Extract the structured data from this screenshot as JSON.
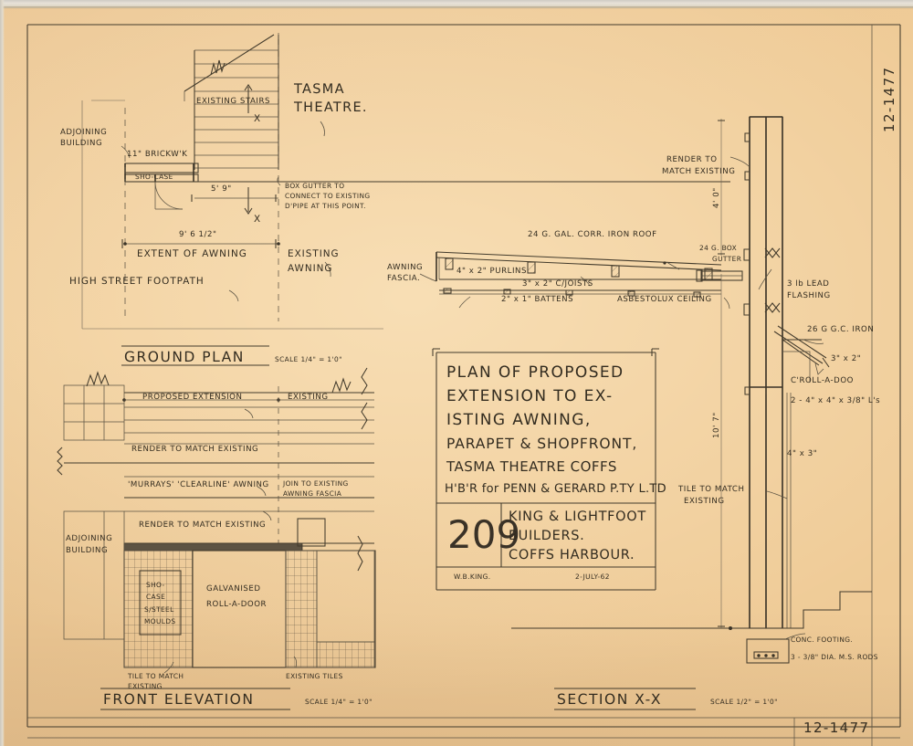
{
  "sheet": {
    "drawing_number_right_edge": "12-1477",
    "drawing_number_bottom": "12-1477",
    "paper_color": "#efcb97",
    "ink_color": "#3a3327"
  },
  "title_block": {
    "lines": [
      "PLAN OF PROPOSED",
      "EXTENSION TO EX-",
      "ISTING AWNING,",
      "PARAPET & SHOPFRONT,",
      "TASMA THEATRE COFFS",
      "H'B'R for PENN & GERARD P.TY L.TD"
    ],
    "job_number": "209",
    "builder_lines": [
      "KING & LIGHTFOOT",
      "BUILDERS.",
      "COFFS HARBOUR."
    ],
    "drafter": "W.B.KING.",
    "date": "2-JULY-62"
  },
  "views": [
    {
      "title": "GROUND PLAN",
      "scale": "SCALE 1/4\" = 1'0\""
    },
    {
      "title": "FRONT ELEVATION",
      "scale": "SCALE 1/4\" = 1'0\""
    },
    {
      "title": "SECTION X-X",
      "scale": "SCALE 1/2\" = 1'0\""
    }
  ],
  "ground_plan": {
    "building_name_l1": "TASMA",
    "building_name_l2": "THEATRE.",
    "labels": [
      "ADJOINING",
      "BUILDING",
      "11\" BRICKW'K",
      "SHO-CASE",
      "EXISTING STAIRS",
      "EXTENT OF AWNING",
      "EXISTING",
      "AWNING",
      "HIGH STREET FOOTPATH"
    ],
    "note_box_gutter": [
      "BOX GUTTER TO",
      "CONNECT TO EXISTING",
      "D'PIPE AT THIS POINT."
    ],
    "dims": {
      "awning_offset": "5' 9\"",
      "extent_of_awning": "9' 6 1/2\""
    },
    "section_marks": [
      "X",
      "X"
    ]
  },
  "front_elevation": {
    "labels": [
      "PROPOSED EXTENSION",
      "EXISTING",
      "RENDER TO MATCH EXISTING",
      "'MURRAYS' 'CLEARLINE' AWNING",
      "JOIN TO EXISTING",
      "AWNING FASCIA",
      "RENDER TO MATCH EXISTING",
      "ADJOINING",
      "BUILDING",
      "SHO-",
      "CASE",
      "S/STEEL",
      "MOULDS",
      "GALVANISED",
      "ROLL-A-DOOR",
      "TILE TO MATCH",
      "EXISTING",
      "EXISTING TILES"
    ]
  },
  "section": {
    "labels": [
      "RENDER TO",
      "MATCH EXISTING",
      "24 G. GAL. CORR. IRON ROOF",
      "AWNING",
      "FASCIA.",
      "4\" x 2\" PURLINS",
      "3\" x 2\" C/JOISTS",
      "2\" x 1\" BATTENS",
      "ASBESTOLUX CEILING",
      "24 G. BOX",
      "GUTTER",
      "3 lb LEAD",
      "FLASHING",
      "26 G G.C. IRON",
      "3\" x 2\"",
      "C'ROLL-A-DOO",
      "2 - 4\" x 4\" x 3/8\" L's",
      "4\" x 3\"",
      "TILE TO MATCH",
      "EXISTING",
      "CONC. FOOTING.",
      "3 - 3/8\" DIA. M.S. RODS"
    ],
    "dims": {
      "parapet_height": "4' 0\"",
      "overall_height": "10' 7\""
    }
  }
}
